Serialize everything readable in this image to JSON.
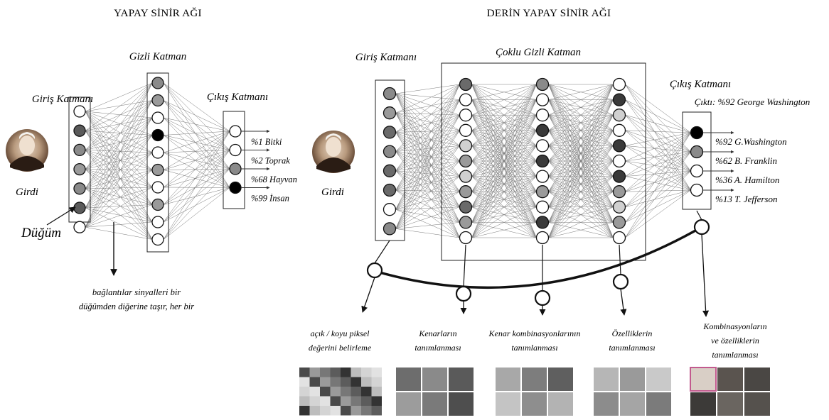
{
  "left": {
    "title": "YAPAY SİNİR AĞI",
    "input_label": "Giriş Katmanı",
    "hidden_label": "Gizli Katman",
    "output_label": "Çıkış Katmanı",
    "image_label": "Girdi",
    "node_label": "Düğüm",
    "connections_note_line1": "bağlantılar sinyalleri bir",
    "connections_note_line2": "düğümden diğerine taşır, her bir",
    "input_nodes": [
      "#ffffff",
      "#5a5a5a",
      "#8a8a8a",
      "#9a9a9a",
      "#8a8a8a",
      "#5a5a5a",
      "#ffffff"
    ],
    "hidden_nodes": [
      "#8a8a8a",
      "#9a9a9a",
      "#ffffff",
      "#000000",
      "#ffffff",
      "#9a9a9a",
      "#ffffff",
      "#9a9a9a",
      "#ffffff",
      "#ffffff"
    ],
    "output_nodes": [
      "#ffffff",
      "#ffffff",
      "#8a8a8a",
      "#000000"
    ],
    "outputs": [
      "%1 Bitki",
      "%2 Toprak",
      "%68 Hayvan",
      "%99 İnsan"
    ]
  },
  "right": {
    "title": "DERİN YAPAY SİNİR AĞI",
    "input_label": "Giriş Katmanı",
    "hidden_label": "Çoklu Gizli Katman",
    "output_label": "Çıkış Katmanı",
    "image_label": "Girdi",
    "output_caption": "Çıktı: %92 George Washington",
    "input_nodes": [
      "#8a8a8a",
      "#9a9a9a",
      "#6a6a6a",
      "#8a8a8a",
      "#6a6a6a",
      "#6a6a6a",
      "#ffffff",
      "#8a8a8a"
    ],
    "hidden1_nodes": [
      "#6a6a6a",
      "#ffffff",
      "#ffffff",
      "#ffffff",
      "#d0d0d0",
      "#9a9a9a",
      "#d0d0d0",
      "#9a9a9a",
      "#6a6a6a",
      "#9a9a9a",
      "#ffffff"
    ],
    "hidden2_nodes": [
      "#8a8a8a",
      "#ffffff",
      "#ffffff",
      "#3a3a3a",
      "#ffffff",
      "#3a3a3a",
      "#ffffff",
      "#9a9a9a",
      "#ffffff",
      "#3a3a3a",
      "#ffffff"
    ],
    "hidden3_nodes": [
      "#ffffff",
      "#3a3a3a",
      "#d0d0d0",
      "#ffffff",
      "#3a3a3a",
      "#ffffff",
      "#3a3a3a",
      "#9a9a9a",
      "#d0d0d0",
      "#9a9a9a",
      "#ffffff"
    ],
    "output_nodes": [
      "#000000",
      "#8a8a8a",
      "#ffffff",
      "#ffffff"
    ],
    "outputs": [
      "%92 G.Washington",
      "%62 B. Franklin",
      "%36 A. Hamilton",
      "%13 T. Jefferson"
    ],
    "stages": [
      {
        "line1": "açık / koyu piksel",
        "line2": "değerini belirleme",
        "line3": ""
      },
      {
        "line1": "Kenarların",
        "line2": "tanımlanması",
        "line3": ""
      },
      {
        "line1": "Kenar kombinasyonlarının",
        "line2": "tanımlanması",
        "line3": ""
      },
      {
        "line1": "Özelliklerin",
        "line2": "tanımlanması",
        "line3": ""
      },
      {
        "line1": "Kombinasyonların",
        "line2": "ve özelliklerin",
        "line3": "tanımlanması"
      }
    ]
  },
  "colors": {
    "line": "#111111",
    "connection": "#666666"
  }
}
